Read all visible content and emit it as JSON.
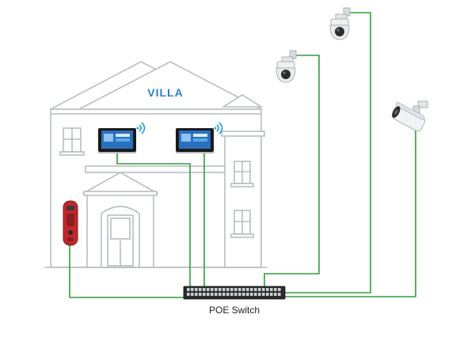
{
  "house": {
    "label": "VILLA"
  },
  "switch": {
    "label": "POE Switch"
  },
  "colors": {
    "cable": "#2e9e36",
    "house_outline": "#b9bdc0",
    "villa_text": "#2f7fc7",
    "doorbell": "#c0282c",
    "monitor_screen": "#2b6fbf",
    "wifi": "#1e9be0"
  },
  "devices": [
    {
      "name": "Outdoor doorbell station",
      "icon": "doorbell-icon"
    },
    {
      "name": "Indoor monitor 1",
      "icon": "monitor-icon"
    },
    {
      "name": "Indoor monitor 2",
      "icon": "monitor-icon"
    },
    {
      "name": "Dome camera 1",
      "icon": "dome-camera-icon"
    },
    {
      "name": "Dome camera 2",
      "icon": "dome-camera-icon"
    },
    {
      "name": "Bullet camera",
      "icon": "bullet-camera-icon"
    }
  ]
}
